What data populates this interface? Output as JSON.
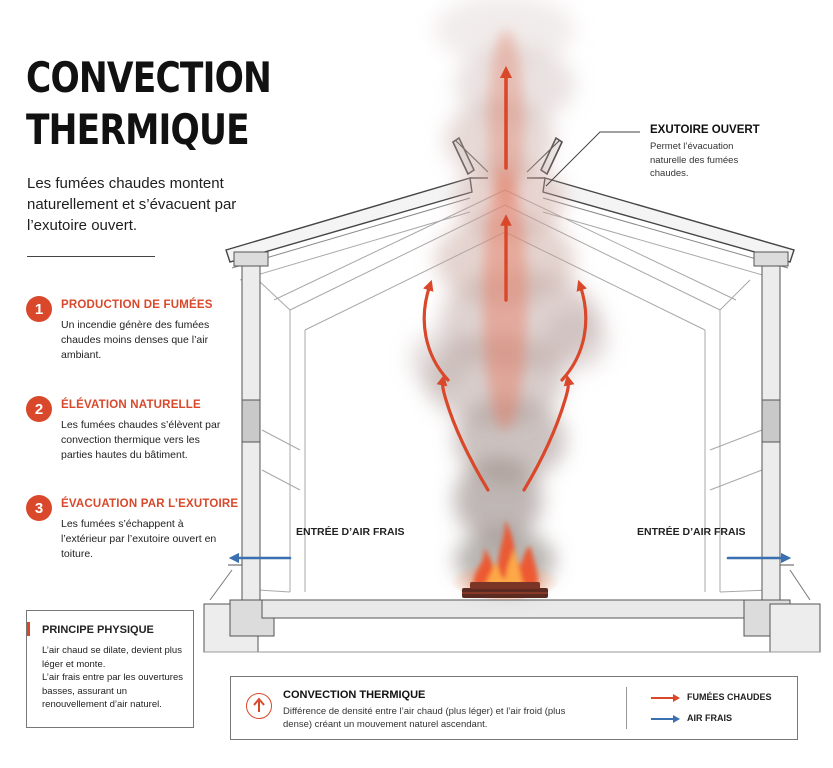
{
  "title_line1": "CONVECTION",
  "title_line2": "THERMIQUE",
  "intro": "Les fumées chaudes montent naturellement et s’évacuent par l’exutoire ouvert.",
  "steps": [
    {
      "number": "1",
      "title": "PRODUCTION DE FUMÉES",
      "text": "Un incendie génère des fumées chaudes moins denses que l’air ambiant."
    },
    {
      "number": "2",
      "title": "ÉLÉVATION NATURELLE",
      "text": "Les fumées chaudes s’élèvent par convection thermique vers les parties hautes du bâtiment."
    },
    {
      "number": "3",
      "title": "ÉVACUATION PAR L’EXUTOIRE",
      "text": "Les fumées s’échappent à l’extérieur par l’exutoire ouvert en toiture."
    }
  ],
  "principe": {
    "title": "PRINCIPE PHYSIQUE",
    "line1": "L’air chaud se dilate, devient plus léger et monte.",
    "line2": "L’air frais entre par les ouvertures basses, assurant un renouvellement d’air naturel."
  },
  "exutoire": {
    "title": "EXUTOIRE OUVERT",
    "text": "Permet l’évacuation naturelle des fumées chaudes."
  },
  "air_left": "ENTRÉE D’AIR FRAIS",
  "air_right": "ENTRÉE D’AIR FRAIS",
  "legend": {
    "title": "CONVECTION THERMIQUE",
    "text": "Différence de densité entre l’air chaud (plus léger) et l’air froid (plus dense) créant un mouvement naturel ascendant.",
    "hot_label": "FUMÉES CHAUDES",
    "cold_label": "AIR FRAIS"
  },
  "colors": {
    "accent": "#d9482b",
    "hot": "#d9482b",
    "cold": "#3a6fb0",
    "smoke": "#7f6f6b",
    "line": "#444444"
  }
}
